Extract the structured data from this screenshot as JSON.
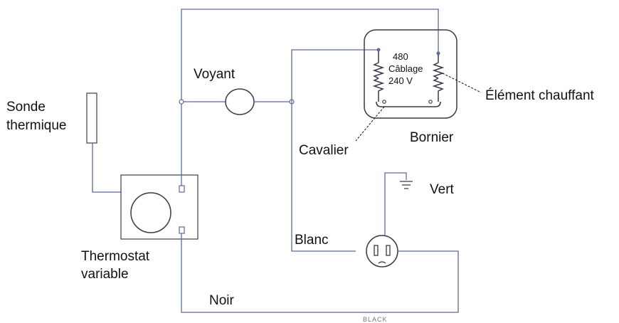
{
  "labels": {
    "sonde_line1": "Sonde",
    "sonde_line2": "thermique",
    "voyant": "Voyant",
    "wiring_480": "480",
    "wiring_cablage": "Câblage",
    "wiring_240": "240 V",
    "element": "Élément chauffant",
    "cavalier": "Cavalier",
    "bornier": "Bornier",
    "vert": "Vert",
    "blanc": "Blanc",
    "thermostat_line1": "Thermostat",
    "thermostat_line2": "variable",
    "noir": "Noir",
    "black": "BLACK"
  },
  "colors": {
    "wire": "#5a6b9a",
    "ink": "#111111",
    "box": "#4a4a5a"
  }
}
